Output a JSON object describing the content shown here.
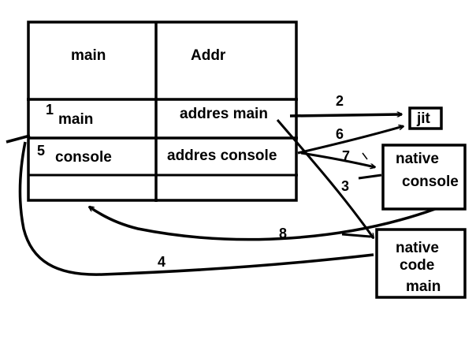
{
  "table": {
    "header_left": "main",
    "header_right": "Addr",
    "rows": [
      {
        "number": "1",
        "left": "main",
        "right": "addres main"
      },
      {
        "number": "5",
        "left": "console",
        "right": "addres console"
      }
    ]
  },
  "boxes": {
    "jit": "jit",
    "native_console": [
      "native",
      "console"
    ],
    "native_code_main": [
      "native",
      "code",
      "main"
    ]
  },
  "arrow_labels": {
    "two": "2",
    "six": "6",
    "seven": "7",
    "three": "3",
    "eight": "8",
    "four": "4"
  },
  "colors": {
    "ink": "#000000",
    "background": "#ffffff"
  }
}
